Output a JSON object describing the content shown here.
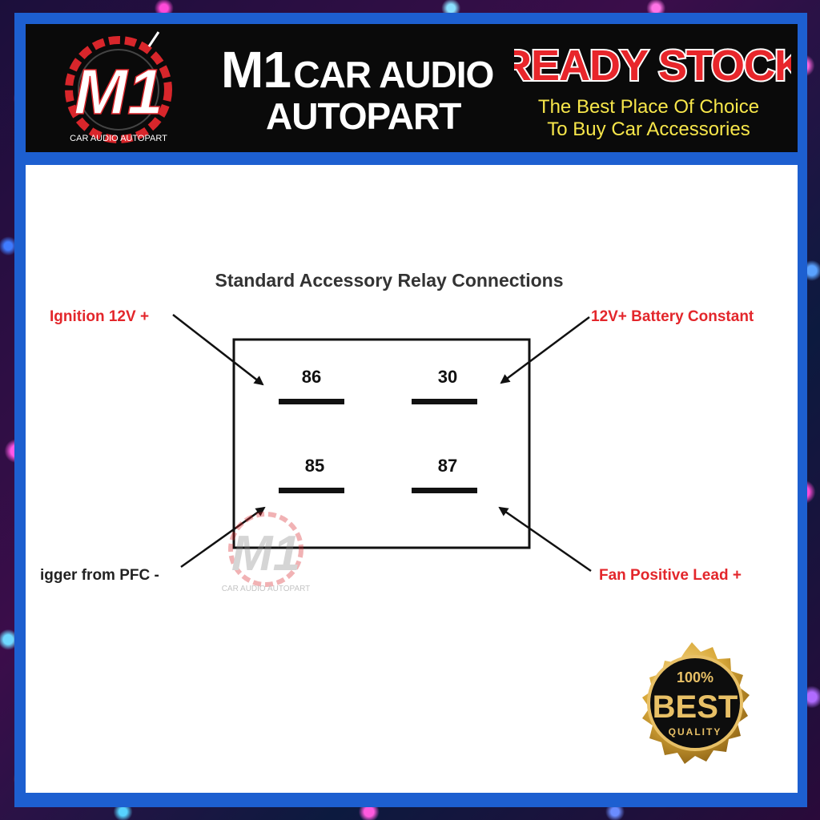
{
  "header": {
    "logo_text": "M1",
    "logo_subtext": "CAR AUDIO AUTOPART",
    "brand_line1_big": "M1",
    "brand_line1_rest": "CAR AUDIO",
    "brand_line2": "AUTOPART",
    "ready_stock": "READY STOCK",
    "tagline1": "The Best Place Of Choice",
    "tagline2": "To Buy Car Accessories"
  },
  "diagram": {
    "title": "Standard Accessory Relay Connections",
    "pins": {
      "p86": "86",
      "p30": "30",
      "p85": "85",
      "p87": "87"
    },
    "labels": {
      "top_left": "Ignition 12V +",
      "top_right": "12V+ Battery Constant",
      "bottom_left": "igger from PFC -",
      "bottom_right": "Fan Positive Lead +"
    },
    "watermark_text": "M1",
    "watermark_subtext": "CAR AUDIO AUTOPART"
  },
  "badge": {
    "percent": "100%",
    "main": "BEST",
    "sub": "QUALITY"
  },
  "colors": {
    "frame_blue": "#1d5fd0",
    "label_red": "#e3262b",
    "brand_red": "#e8262b",
    "tagline_yellow": "#f7e64a",
    "badge_gold": "#d9a93a"
  }
}
